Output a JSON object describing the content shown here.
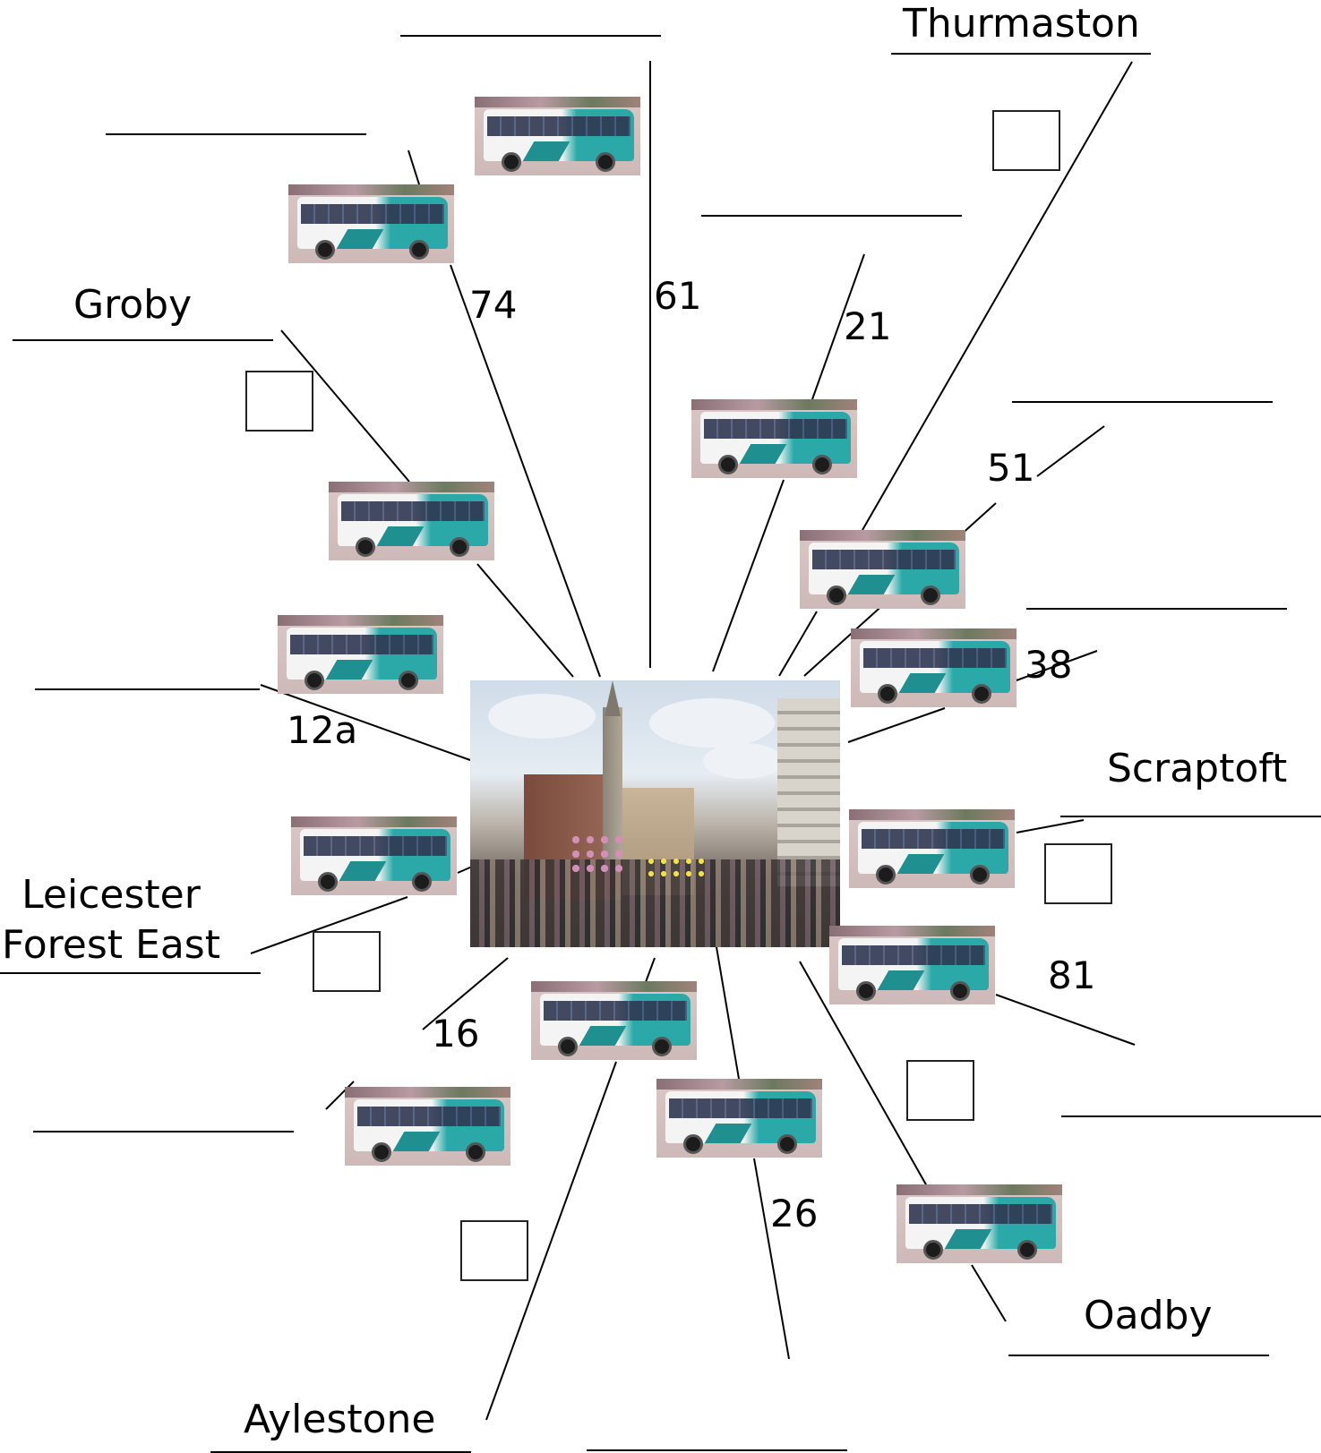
{
  "destinations": {
    "thurmaston": "Thurmaston",
    "groby": "Groby",
    "scraptoft": "Scraptoft",
    "leicester_forest_east": "Leicester\nForest East",
    "oadby": "Oadby",
    "aylestone": "Aylestone"
  },
  "routes": {
    "r74": "74",
    "r61": "61",
    "r21": "21",
    "r51": "51",
    "r38": "38",
    "r12a": "12a",
    "r81": "81",
    "r16": "16",
    "r26": "26"
  },
  "colors": {
    "line": "#000000",
    "bus_teal": "#2ba9a8",
    "box_border": "#222222"
  },
  "icons": {
    "bus": "bus-photo-icon",
    "town_centre": "town-centre-photo"
  }
}
